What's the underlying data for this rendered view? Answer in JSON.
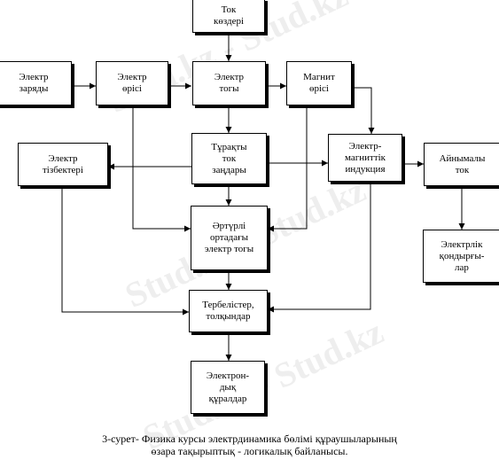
{
  "boxes": [
    {
      "id": "tok_kozderi",
      "label": "Ток\nкөздері"
    },
    {
      "id": "electr_zaryady",
      "label": "Электр\nзаряды"
    },
    {
      "id": "electr_orisi",
      "label": "Электр\nөрісі"
    },
    {
      "id": "electr_togy",
      "label": "Электр\nтогы"
    },
    {
      "id": "magnit_orisi",
      "label": "Магнит\nөрісі"
    },
    {
      "id": "electr_tizbekteri",
      "label": "Электр\nтізбектері"
    },
    {
      "id": "turakty_tok",
      "label": "Тұрақты\nток\nзаңдары"
    },
    {
      "id": "em_induksiya",
      "label": "Электр-\nмагниттік\nиндукция"
    },
    {
      "id": "ainymaly_tok",
      "label": "Айнымалы\nток"
    },
    {
      "id": "ortturli_orta",
      "label": "Әртүрлі\nортадағы\nэлектр тогы"
    },
    {
      "id": "electrlik_kondyrgy",
      "label": "Электрлік\nқондырғы-\nлар"
    },
    {
      "id": "terbelister",
      "label": "Тербелістер,\nтолқындар"
    },
    {
      "id": "electron_kuraldar",
      "label": "Электрон-\nдық\nқұралдар"
    }
  ],
  "caption": {
    "line1": "3-сурет- Физика курсы электрдинамика бөлімі құраушыларының",
    "line2": "өзара тақырыптық - логикалық байланысы."
  },
  "watermark": "Stud.kz - Stud.kz"
}
